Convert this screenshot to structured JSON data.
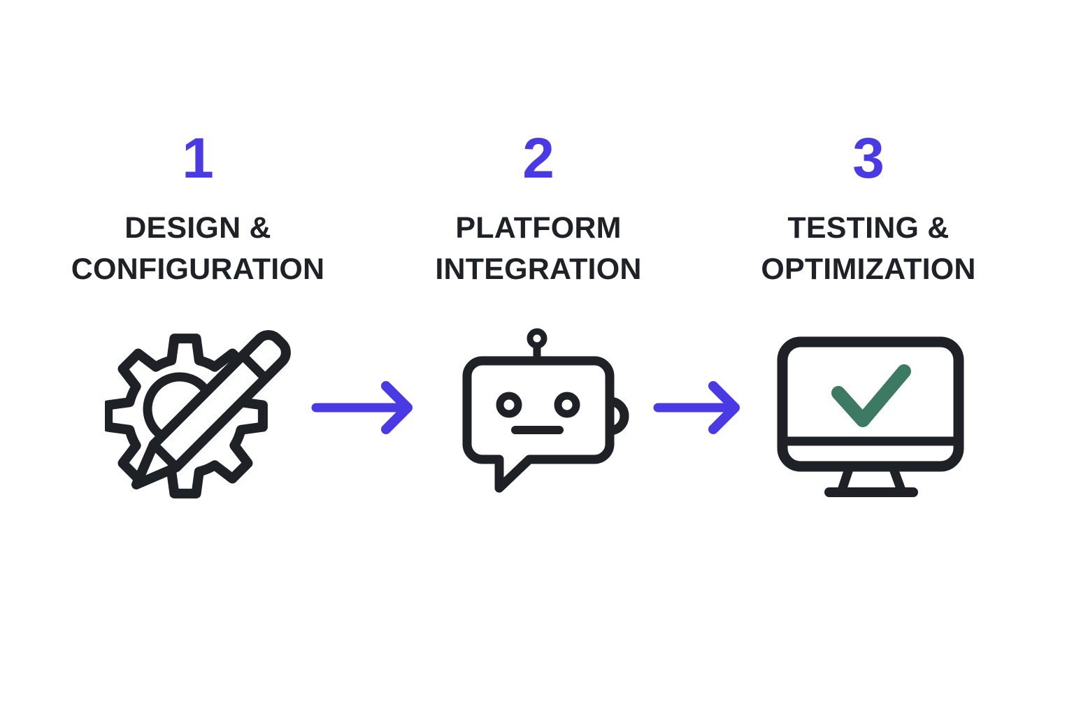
{
  "page": {
    "background": "#ffffff"
  },
  "colors": {
    "accent": "#4A3AE4",
    "ink": "#1E2126",
    "check_green": "#3D7A63"
  },
  "steps": [
    {
      "number": "1",
      "title_line1": "DESIGN &",
      "title_line2": "CONFIGURATION",
      "icon": "gear-pencil-icon"
    },
    {
      "number": "2",
      "title_line1": "PLATFORM",
      "title_line2": "INTEGRATION",
      "icon": "chatbot-icon"
    },
    {
      "number": "3",
      "title_line1": "TESTING &",
      "title_line2": "OPTIMIZATION",
      "icon": "monitor-check-icon"
    }
  ],
  "arrows": [
    {
      "name": "arrow-1",
      "direction": "right"
    },
    {
      "name": "arrow-2",
      "direction": "right"
    }
  ]
}
